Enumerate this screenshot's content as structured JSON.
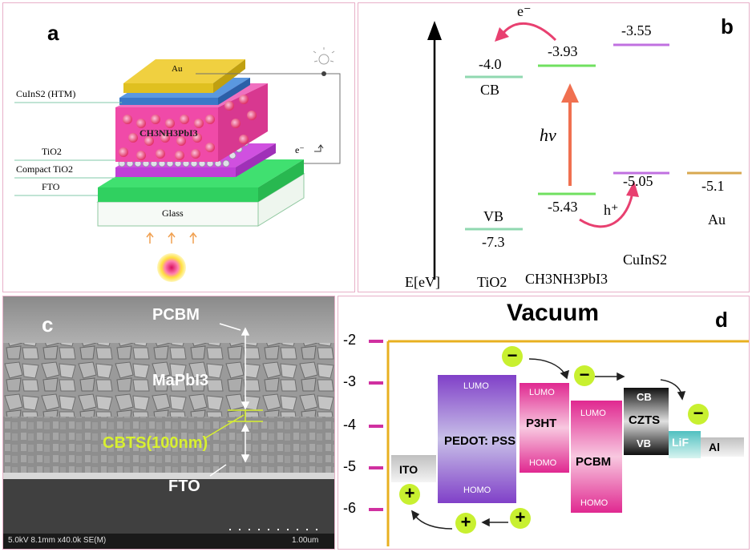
{
  "panel_a": {
    "letter": "a",
    "au": "Au",
    "htm": "CuInS2 (HTM)",
    "perov": "CH3NH3PbI3",
    "tio2": "TiO2",
    "compact": "Compact TiO2",
    "fto": "FTO",
    "glass": "Glass",
    "electron": "e⁻",
    "colors": {
      "au": "#e0c020",
      "htm": "#3a78c8",
      "perov": "#f04aa8",
      "tio2": "#c040d8",
      "fto": "#40e070",
      "glass": "#f6faf6"
    }
  },
  "panel_b": {
    "letter": "b",
    "axis": "E[eV]",
    "electron": "e⁻",
    "hole": "h⁺",
    "hv": "hν",
    "tio2_cb": {
      "value": "-4.0",
      "label": "CB"
    },
    "tio2_vb": {
      "value": "-7.3",
      "label": "VB"
    },
    "perov_lumo": "-3.93",
    "perov_homo": "-5.43",
    "cuins_top": "-3.55",
    "cuins_bottom": "-5.05",
    "au_level": "-5.1",
    "au_label": "Au",
    "materials": [
      "TiO2",
      "CH3NH3PbI3",
      "CuInS2"
    ],
    "colors": {
      "tio2": "#90d8b0",
      "perov": "#70e060",
      "cuins": "#c070e0",
      "au": "#d8a850",
      "arrow": "#e84070"
    }
  },
  "panel_c": {
    "letter": "c",
    "pcbm": "PCBM",
    "mapbi": "MaPbI3",
    "cbts": "CBTS(100nm)",
    "fto": "FTO",
    "footer_left": "5.0kV 8.1mm x40.0k SE(M)",
    "footer_right": "1.00um"
  },
  "panel_d": {
    "letter": "d",
    "title": "Vacuum",
    "y_ticks": [
      "-2",
      "-3",
      "-4",
      "-5",
      "-6"
    ],
    "blocks": [
      {
        "name": "ITO",
        "top": "",
        "bottom": ""
      },
      {
        "name": "PEDOT: PSS",
        "top": "LUMO",
        "bottom": "HOMO"
      },
      {
        "name": "P3HT",
        "top": "LUMO",
        "bottom": "HOMO"
      },
      {
        "name": "PCBM",
        "top": "LUMO",
        "bottom": "HOMO"
      },
      {
        "name": "CZTS",
        "top": "CB",
        "bottom": "VB"
      },
      {
        "name": "LiF",
        "top": "",
        "bottom": ""
      },
      {
        "name": "Al",
        "top": "",
        "bottom": ""
      }
    ],
    "minus": "−",
    "plus": "+",
    "colors": {
      "axis": "#e8b020",
      "tick": "#d030a0",
      "pedot": "#9050d0",
      "p3ht": "#e03090",
      "pcbm": "#e03090",
      "czts": "#202020",
      "lif": "#60c8c0",
      "charge": "#c8f030"
    }
  }
}
